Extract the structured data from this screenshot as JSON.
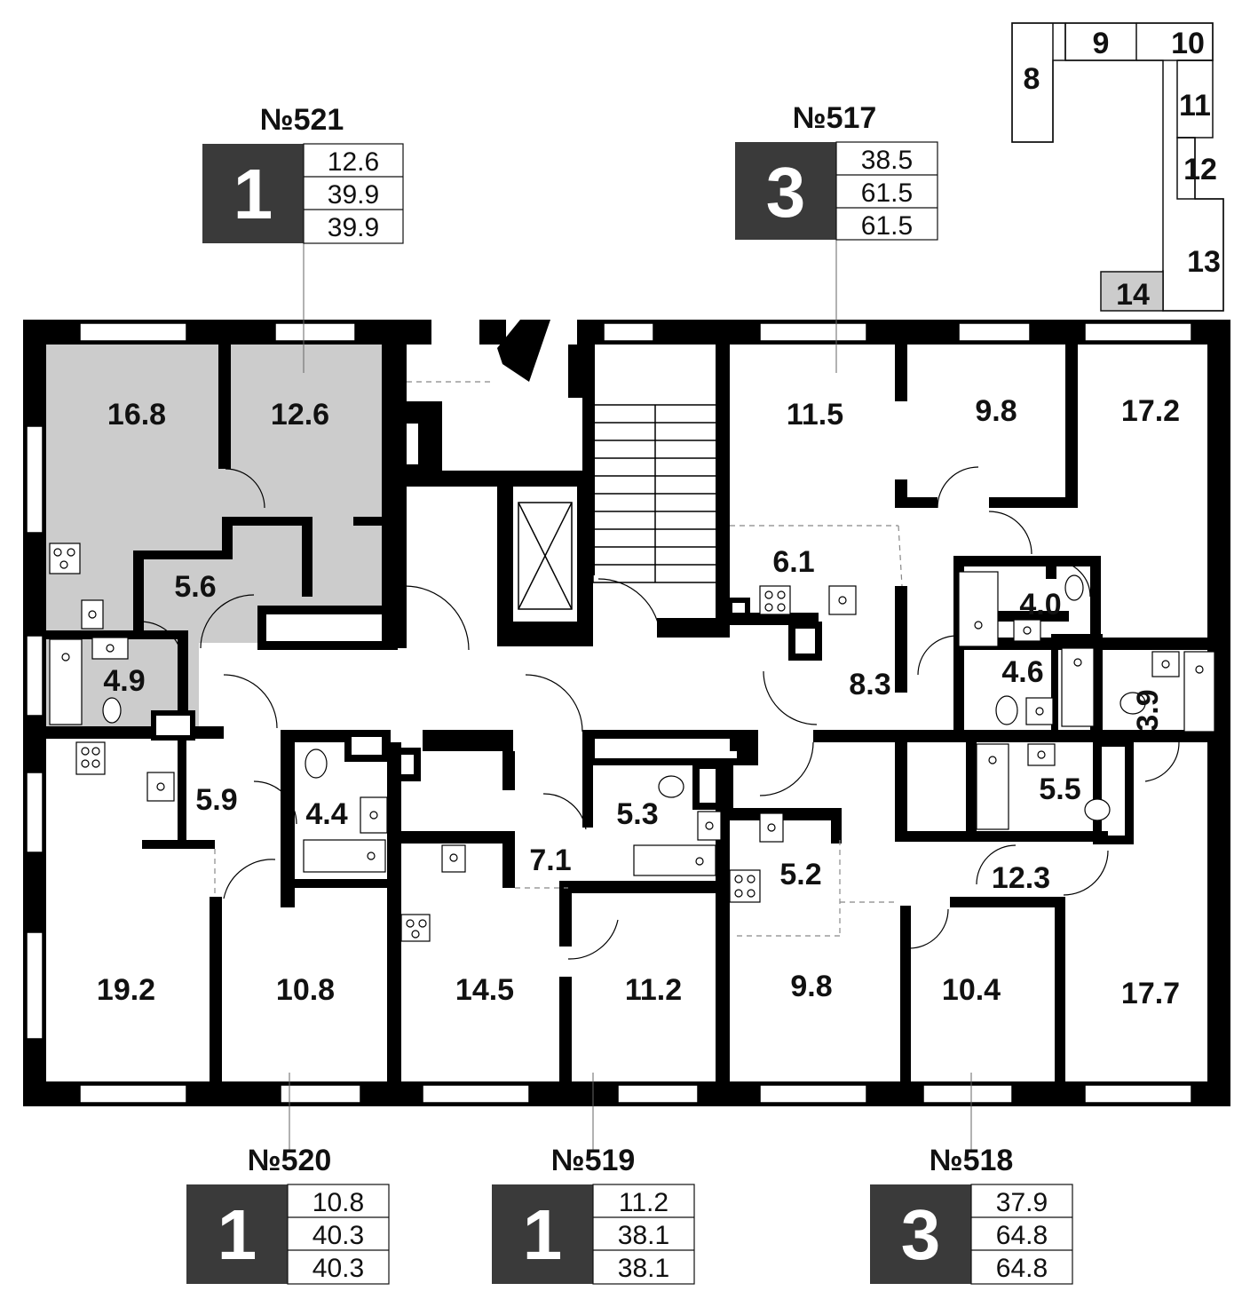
{
  "apartments": [
    {
      "id": "apt-521",
      "number": "№521",
      "rooms": "1",
      "values": [
        "12.6",
        "39.9",
        "39.9"
      ]
    },
    {
      "id": "apt-517",
      "number": "№517",
      "rooms": "3",
      "values": [
        "38.5",
        "61.5",
        "61.5"
      ]
    },
    {
      "id": "apt-520",
      "number": "№520",
      "rooms": "1",
      "values": [
        "10.8",
        "40.3",
        "40.3"
      ]
    },
    {
      "id": "apt-519",
      "number": "№519",
      "rooms": "1",
      "values": [
        "11.2",
        "38.1",
        "38.1"
      ]
    },
    {
      "id": "apt-518",
      "number": "№518",
      "rooms": "3",
      "values": [
        "37.9",
        "64.8",
        "64.8"
      ]
    }
  ],
  "rooms": [
    "16.8",
    "12.6",
    "5.6",
    "4.9",
    "11.5",
    "9.8",
    "17.2",
    "6.1",
    "4.0",
    "8.3",
    "4.6",
    "3.9",
    "19.2",
    "5.9",
    "4.4",
    "10.8",
    "5.3",
    "7.1",
    "14.5",
    "11.2",
    "5.2",
    "9.8",
    "5.5",
    "12.3",
    "10.4",
    "17.7"
  ],
  "key_plan": {
    "sections": [
      "8",
      "9",
      "10",
      "11",
      "12",
      "13",
      "14"
    ],
    "highlighted": "14",
    "highlight_color": "#cccccc"
  },
  "colors": {
    "wall": "#000000",
    "highlight_fill": "#cccccc",
    "card_dark": "#3a3a3a"
  }
}
